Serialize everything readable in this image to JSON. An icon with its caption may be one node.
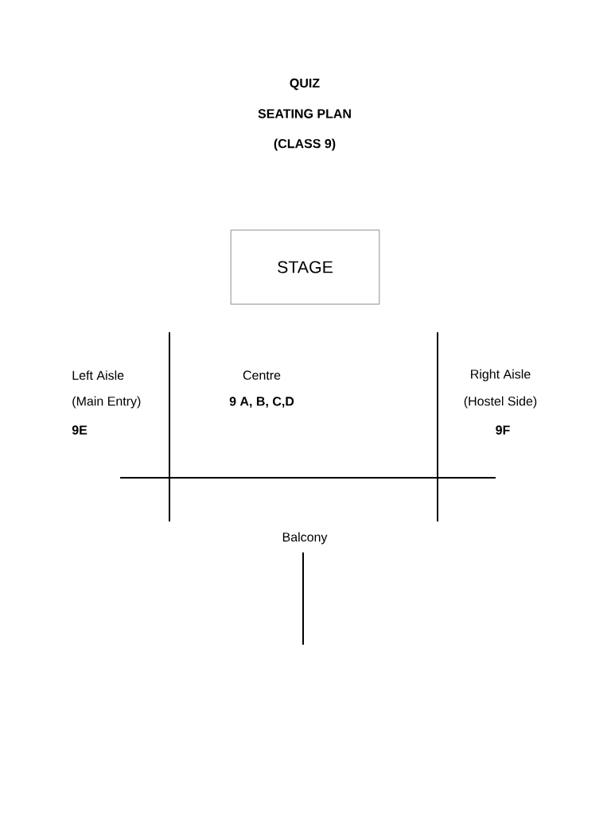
{
  "diagram": {
    "title": "QUIZ",
    "nodes": [
      {
        "text": [
          "STAGE"
        ]
      }
    ],
    "labels": [
      "SEATING PLAN",
      "(CLASS 9)",
      "Left Aisle",
      "Centre",
      "Right Aisle",
      "(Main Entry)",
      "9 A, B,  C,D",
      "(Hostel Side)",
      "9E",
      "9F",
      "Balcony"
    ]
  }
}
